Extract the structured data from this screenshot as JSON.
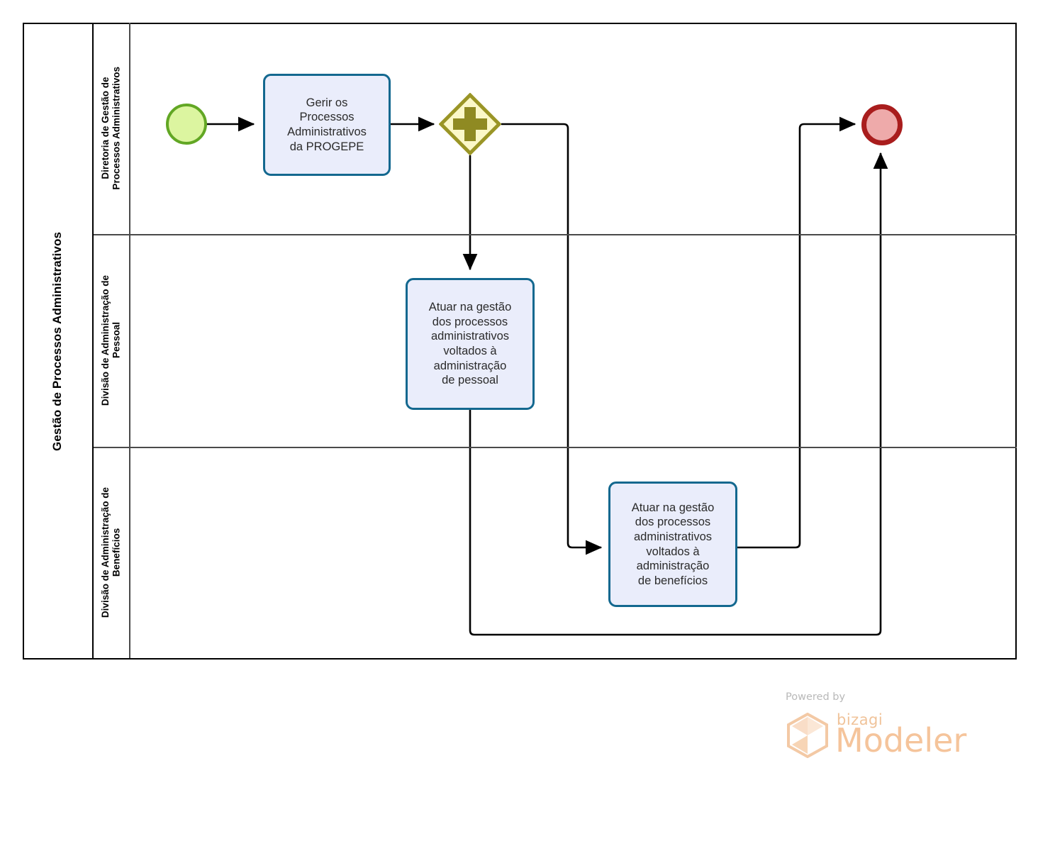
{
  "diagram": {
    "type": "bpmn-process-diagram",
    "pool": {
      "label": "Gestão de Processos Administrativos"
    },
    "lanes": [
      {
        "id": "lane-diretoria",
        "label": "Diretoria de Gestão de\nProcessos Administrativos"
      },
      {
        "id": "lane-pessoal",
        "label": "Divisão de Administração de\nPessoal"
      },
      {
        "id": "lane-beneficios",
        "label": "Divisão de Administração de\nBenefícios"
      }
    ],
    "nodes": {
      "start_event": {
        "name": "start-event",
        "type": "start-event"
      },
      "task_gerir": {
        "name": "task-gerir-processos",
        "type": "task",
        "label": "Gerir os\nProcessos\nAdministrativos\nda PROGEPE"
      },
      "gateway_parallel": {
        "name": "parallel-gateway",
        "type": "parallel-gateway",
        "symbol": "+"
      },
      "task_pessoal": {
        "name": "task-atuar-pessoal",
        "type": "task",
        "label": "Atuar na gestão\ndos processos\nadministrativos\nvoltados à\nadministração\nde pessoal"
      },
      "task_beneficios": {
        "name": "task-atuar-beneficios",
        "type": "task",
        "label": "Atuar na gestão\ndos processos\nadministrativos\nvoltados à\nadministração\nde benefícios"
      },
      "end_event": {
        "name": "end-event",
        "type": "end-event"
      }
    },
    "colors": {
      "task_fill": "#eaedfb",
      "task_border": "#13688f",
      "start_fill": "#dcf5a0",
      "start_border": "#62a724",
      "end_fill": "#eeaaaa",
      "end_border": "#a91d1d",
      "gateway_fill": "#fbf8c8",
      "gateway_border": "#9a9526",
      "gateway_symbol": "#8f8a22",
      "connector": "#000000",
      "lane_border": "#4a4a4a",
      "pool_border": "#000000"
    }
  },
  "watermark": {
    "powered_by": "Powered by",
    "brand": "bizagi",
    "product": "Modeler"
  }
}
